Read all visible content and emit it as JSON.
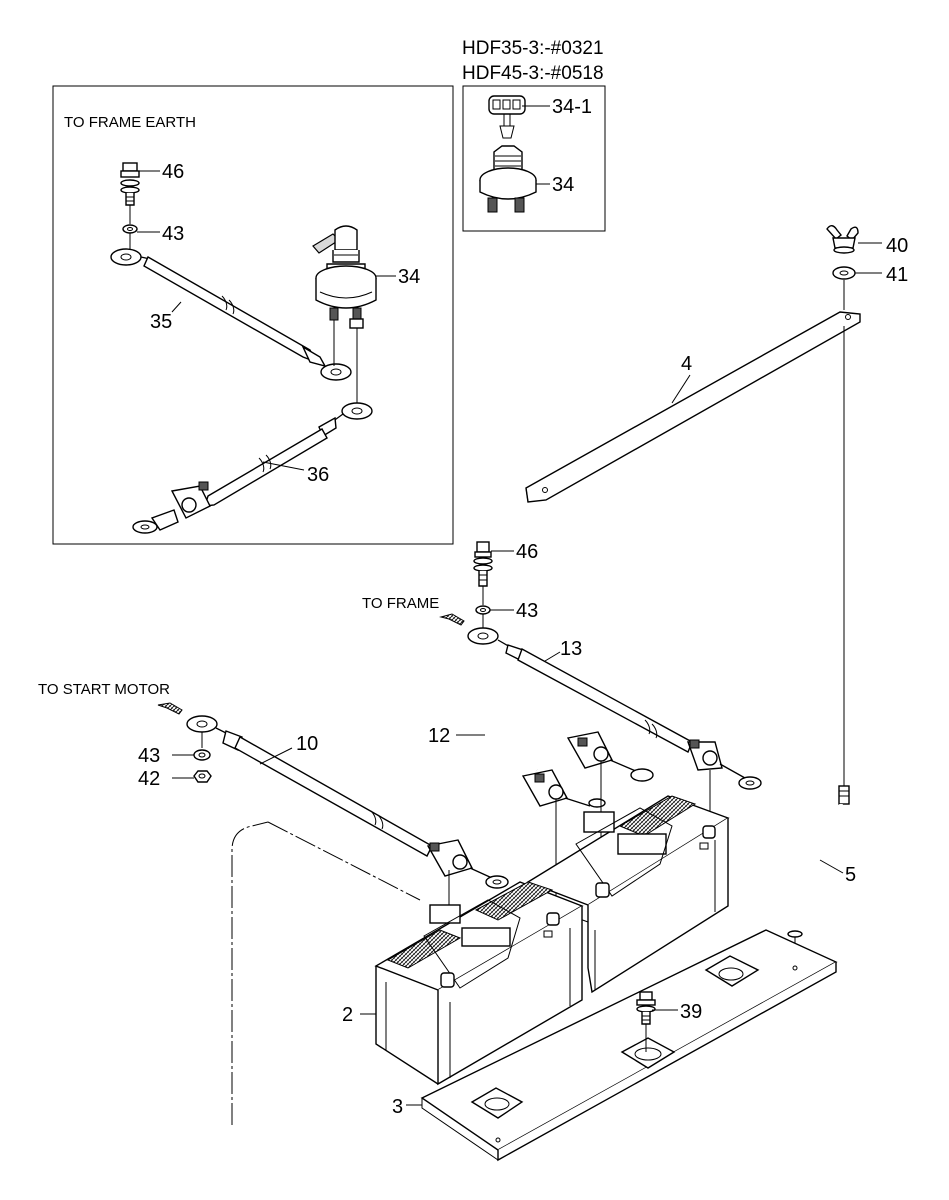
{
  "models": {
    "line1": "HDF35-3:-#0321",
    "line2": "HDF45-3:-#0518"
  },
  "notes": {
    "frame_earth": "TO FRAME EARTH",
    "to_frame": "TO FRAME",
    "to_start_motor": "TO START MOTOR"
  },
  "labels": {
    "p34_1": "34-1",
    "p34_inset": "34",
    "p46_box": "46",
    "p43_box": "43",
    "p35": "35",
    "p34_box": "34",
    "p36": "36",
    "p40": "40",
    "p41": "41",
    "p4": "4",
    "p46": "46",
    "p43_frame": "43",
    "p13": "13",
    "p12": "12",
    "p10": "10",
    "p43_motor": "43",
    "p42": "42",
    "p5": "5",
    "p39": "39",
    "p2": "2",
    "p3": "3"
  }
}
